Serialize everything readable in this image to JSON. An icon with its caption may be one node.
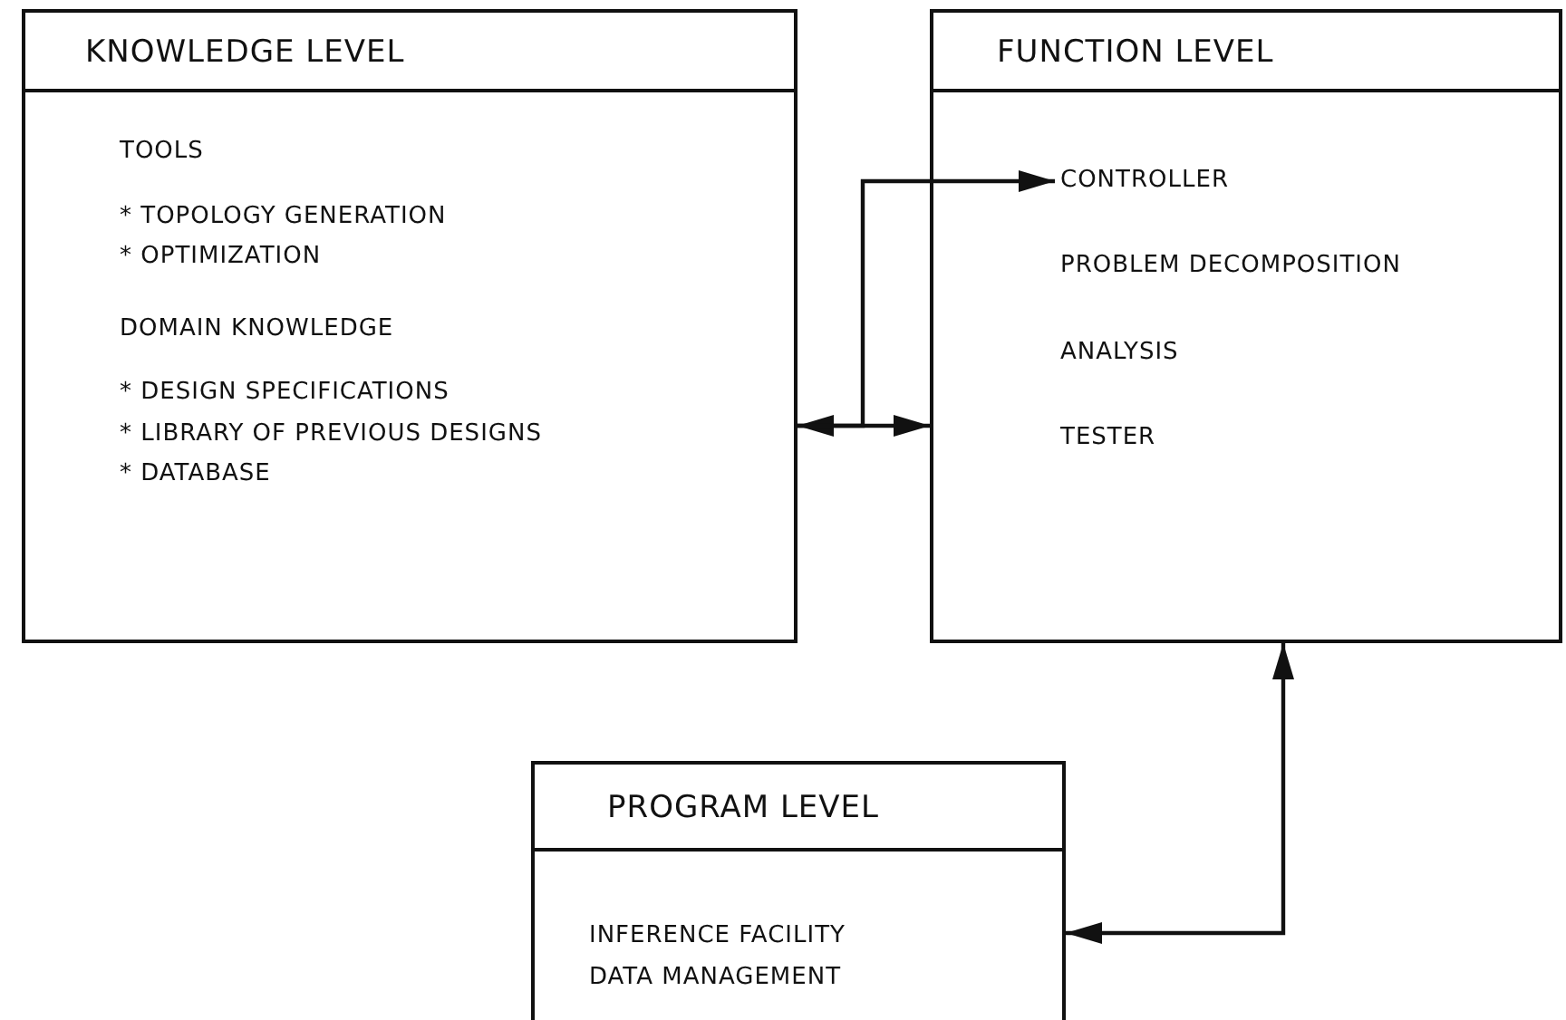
{
  "diagram": {
    "nodes": [
      {
        "text": [
          "KNOWLEDGE LEVEL",
          "TOOLS",
          "* TOPOLOGY GENERATION",
          "* OPTIMIZATION",
          "DOMAIN KNOWLEDGE",
          "* DESIGN SPECIFICATIONS",
          "* LIBRARY OF PREVIOUS DESIGNS",
          "* DATABASE"
        ]
      },
      {
        "text": [
          "FUNCTION LEVEL",
          "PROBLEM DECOMPOSITION",
          "ANALYSIS",
          "TESTER"
        ]
      },
      {
        "text": [
          "CONTROLLER"
        ],
        "in": 1
      },
      {
        "text": [
          "PROGRAM LEVEL",
          "INFERENCE FACILITY",
          "DATA MANAGEMENT"
        ]
      }
    ],
    "edges": [
      {
        "from": 0,
        "to": 1,
        "arrow": "both"
      },
      {
        "from": 0,
        "to": 2,
        "arrow": "to"
      },
      {
        "from": 3,
        "to": 1,
        "arrow": "both"
      }
    ]
  }
}
